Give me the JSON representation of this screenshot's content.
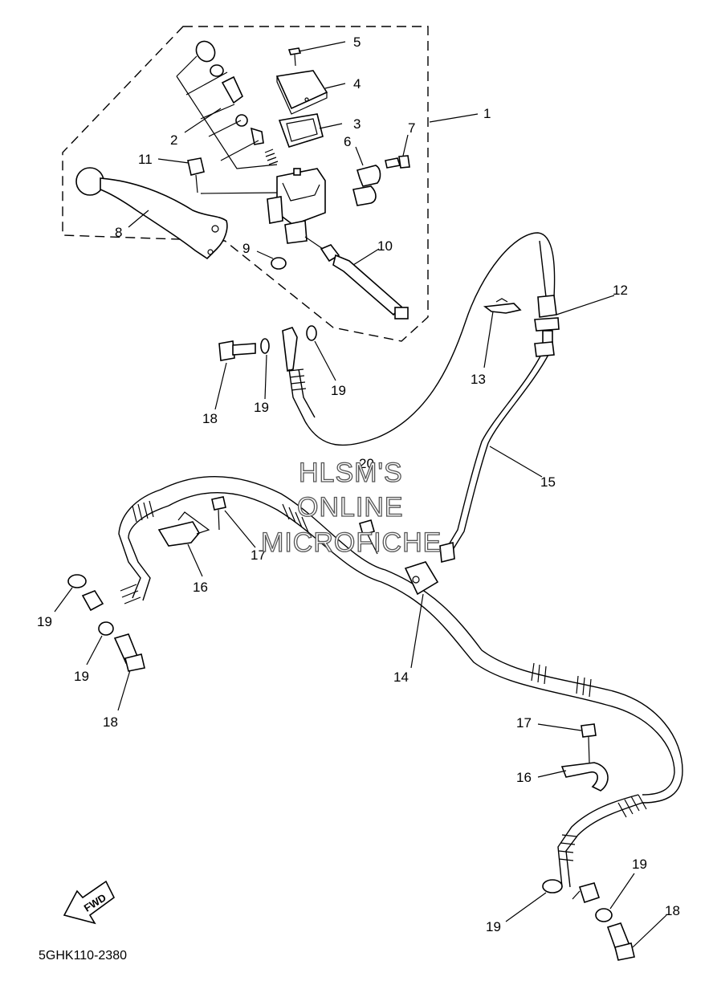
{
  "diagram": {
    "code": "5GHK110-2380",
    "watermark": [
      "HLSM'S",
      "ONLINE",
      "MICROFICHE"
    ],
    "fwd_label": "FWD",
    "callouts": {
      "c1": "1",
      "c2": "2",
      "c3": "3",
      "c4": "4",
      "c5": "5",
      "c6": "6",
      "c7": "7",
      "c8": "8",
      "c9": "9",
      "c10": "10",
      "c11": "11",
      "c12": "12",
      "c13": "13",
      "c14": "14",
      "c15": "15",
      "c16a": "16",
      "c16b": "16",
      "c17a": "17",
      "c17b": "17",
      "c18a": "18",
      "c18b": "18",
      "c18c": "18",
      "c19a": "19",
      "c19b": "19",
      "c19c": "19",
      "c19d": "19",
      "c19e": "19",
      "c19f": "19",
      "c20": "20"
    }
  }
}
